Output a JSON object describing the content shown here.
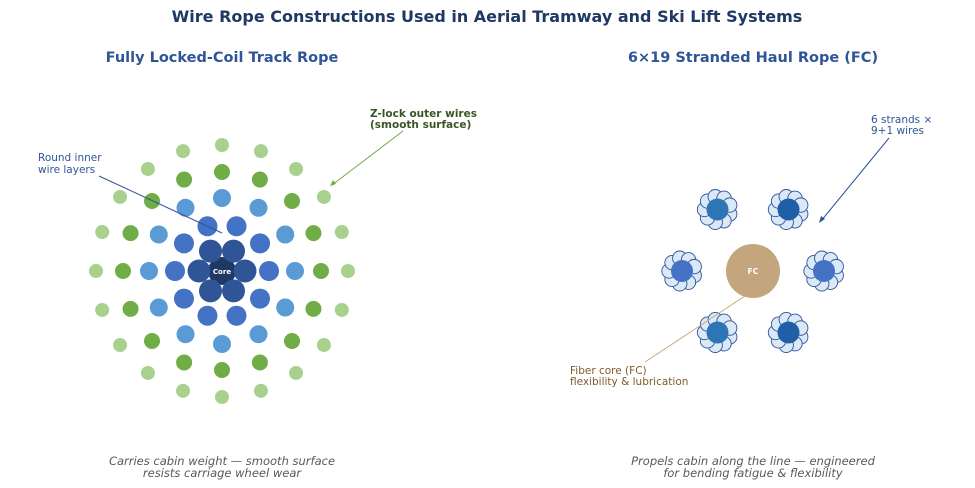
{
  "title": "Wire Rope Constructions Used in Aerial Tramway and Ski Lift Systems",
  "left_panel": {
    "heading": "Fully Locked-Coil Track Rope",
    "core_label": "Core",
    "annotation_inner": [
      "Round inner",
      "wire layers"
    ],
    "annotation_outer": [
      "Z-lock outer wires",
      "(smooth surface)"
    ],
    "caption": [
      "Carries cabin weight — smooth surface",
      "resists carriage wheel wear"
    ]
  },
  "right_panel": {
    "heading": "6×19 Stranded Haul Rope (FC)",
    "core_label": "FC",
    "annotation_strands": [
      "6 strands ×",
      "9+1 wires"
    ],
    "annotation_core": [
      "Fiber core (FC)",
      "flexibility & lubrication"
    ],
    "caption": [
      "Propels cabin along the line — engineered",
      "for bending fatigue & flexibility"
    ]
  },
  "colors": {
    "title": "#1f3864",
    "heading": "#2f5597",
    "core": "#1f3864",
    "layer1": "#2f5597",
    "layer2": "#4472c4",
    "layer3": "#5b9bd5",
    "layer4": "#70ad47",
    "layer5": "#a9d18e",
    "fiber_core": "#c4a67e",
    "strand_center_dark": "#1f5fa8",
    "strand_center_mid": "#2e75b6",
    "strand_center_light": "#4472c4",
    "strand_outer_wire": "#dae8f8",
    "strand_outline": "#2f5597"
  }
}
